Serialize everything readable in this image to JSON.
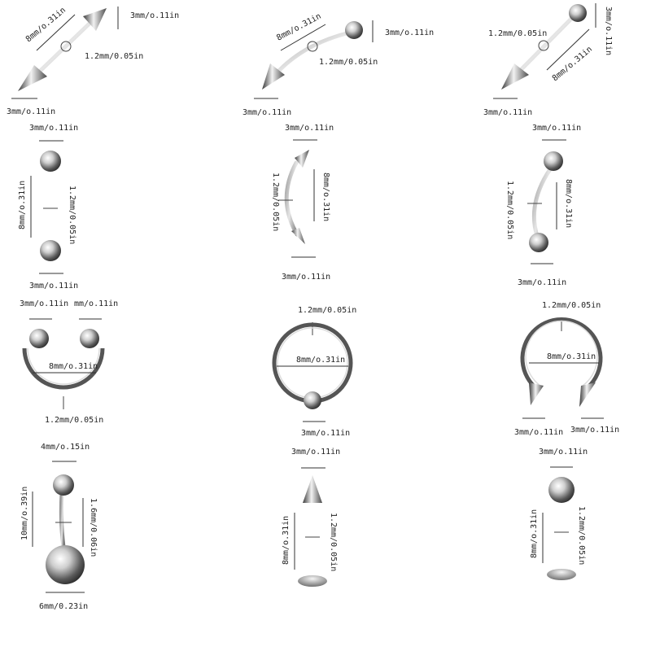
{
  "items": [
    {
      "name": "straight-spike-barbell",
      "labels": {
        "bead": "3mm/o.11in",
        "length": "8mm/o.31in",
        "gauge": "1.2mm/0.05in",
        "tip": "3mm/o.11in"
      }
    },
    {
      "name": "curved-ball-spike-barbell",
      "labels": {
        "length": "8mm/o.31in",
        "bead": "3mm/o.11in",
        "gauge": "1.2mm/0.05in",
        "tip": "3mm/o.11in"
      }
    },
    {
      "name": "straight-ball-spike-barbell",
      "labels": {
        "gauge": "1.2mm/0.05in",
        "bead": "3mm/o.11in",
        "length": "8mm/o.31in",
        "tip": "3mm/o.11in"
      }
    },
    {
      "name": "straight-ball-barbell",
      "labels": {
        "top": "3mm/o.11in",
        "length": "8mm/o.31in",
        "gauge": "1.2mm/0.05in",
        "bottom": "3mm/o.11in"
      }
    },
    {
      "name": "curved-spike-barbell",
      "labels": {
        "top": "3mm/o.11in",
        "gauge": "1.2mm/0.05in",
        "length": "8mm/o.31in",
        "bottom": "3mm/o.11in"
      }
    },
    {
      "name": "curved-ball-barbell",
      "labels": {
        "top": "3mm/o.11in",
        "gauge": "1.2mm/0.05in",
        "length": "8mm/o.31in",
        "bottom": "3mm/o.11in"
      }
    },
    {
      "name": "horseshoe-ring",
      "labels": {
        "left": "3mm/o.11in",
        "right": "mm/o.11in",
        "diameter": "8mm/o.31in",
        "gauge": "1.2mm/0.05in"
      }
    },
    {
      "name": "captive-bead-ring",
      "labels": {
        "gauge": "1.2mm/0.05in",
        "diameter": "8mm/o.31in",
        "bead": "3mm/o.11in"
      }
    },
    {
      "name": "spike-horseshoe-ring",
      "labels": {
        "gauge": "1.2mm/0.05in",
        "diameter": "8mm/o.31in",
        "left": "3mm/o.11in",
        "right": "3mm/o.11in"
      }
    },
    {
      "name": "belly-button-ring",
      "labels": {
        "top": "4mm/o.15in",
        "length": "10mm/o.39in",
        "gauge": "1.6mm/0.06in",
        "bottom": "6mm/0.23in"
      }
    },
    {
      "name": "spike-labret",
      "labels": {
        "top": "3mm/o.11in",
        "length": "8mm/o.31in",
        "gauge": "1.2mm/0.05in"
      }
    },
    {
      "name": "ball-labret",
      "labels": {
        "top": "3mm/o.11in",
        "length": "8mm/o.31in",
        "gauge": "1.2mm/0.05in"
      }
    }
  ]
}
